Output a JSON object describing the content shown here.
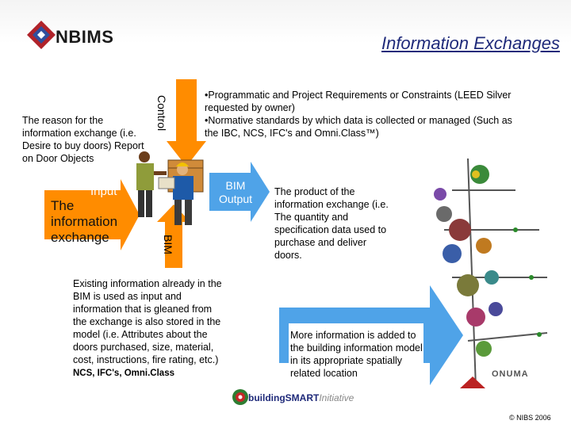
{
  "header": {
    "logo_text": "NBIMS",
    "title": "Information Exchanges"
  },
  "control": {
    "label": "Control",
    "reason_text": "The reason for the information exchange (i.e. Desire to buy doors) Report on Door Objects",
    "requirements": [
      "•Programmatic and Project Requirements or Constraints (LEED Silver requested by owner)",
      "•Normative standards by which data is collected or managed (Such as the IBC, NCS, IFC's and Omni.Class™)"
    ]
  },
  "input": {
    "label": "Input",
    "exchange_text": "The information exchange"
  },
  "output": {
    "label": "BIM Output",
    "product_text": "The product of the information exchange (i.e. The quantity and specification data used to purchase and deliver doors."
  },
  "bim": {
    "label": "BIM",
    "existing_text": "Existing information already in the BIM is used as input and information that is gleaned from the exchange is also stored in the model (i.e. Attributes about the doors purchased, size, material, cost, instructions, fire rating, etc.)",
    "existing_text_bold": "NCS, IFC's, Omni.Class"
  },
  "big_arrow": {
    "text": "More information is added to the building information model in its appropriate spatially related location"
  },
  "logos": {
    "building_smart_a": "building",
    "building_smart_b": "SMART",
    "building_smart_c": "Initiative",
    "onuma": "ONUMA"
  },
  "footer": {
    "copyright": "© NIBS 2006"
  },
  "colors": {
    "orange": "#ff8c00",
    "blue_arrow": "#4fa3e8",
    "title_blue": "#1f2a7a"
  }
}
